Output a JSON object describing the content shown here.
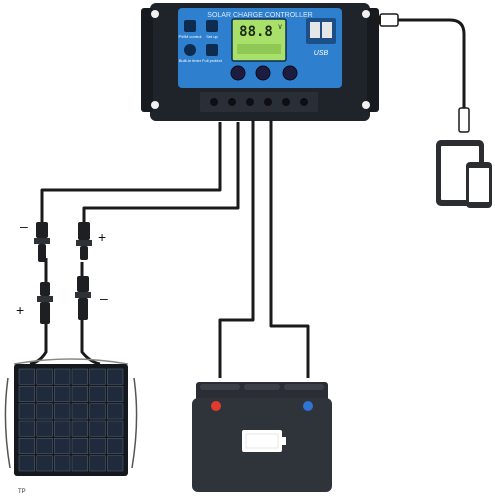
{
  "controller": {
    "title": "SOLAR CHARGE CONTROLLER",
    "lcd_reading": "88.8",
    "lcd_unit": "V",
    "usb_label": "USB",
    "left_icons": [
      "PWM control",
      "Set up",
      "Built-in timer",
      "Full protect"
    ]
  },
  "connectors": {
    "neg_top": "–",
    "pos_top": "+",
    "pos_bottom": "+",
    "neg_bottom": "–"
  },
  "panel": {
    "brand": "TP"
  },
  "colors": {
    "controller_body": "#1f242b",
    "controller_face": "#2f7fcf",
    "lcd": "#a8e06a",
    "battery_body": "#2f333a",
    "terminal_pos": "#e23b2e",
    "terminal_neg": "#2f74d6",
    "cable": "#1a1a1a"
  }
}
